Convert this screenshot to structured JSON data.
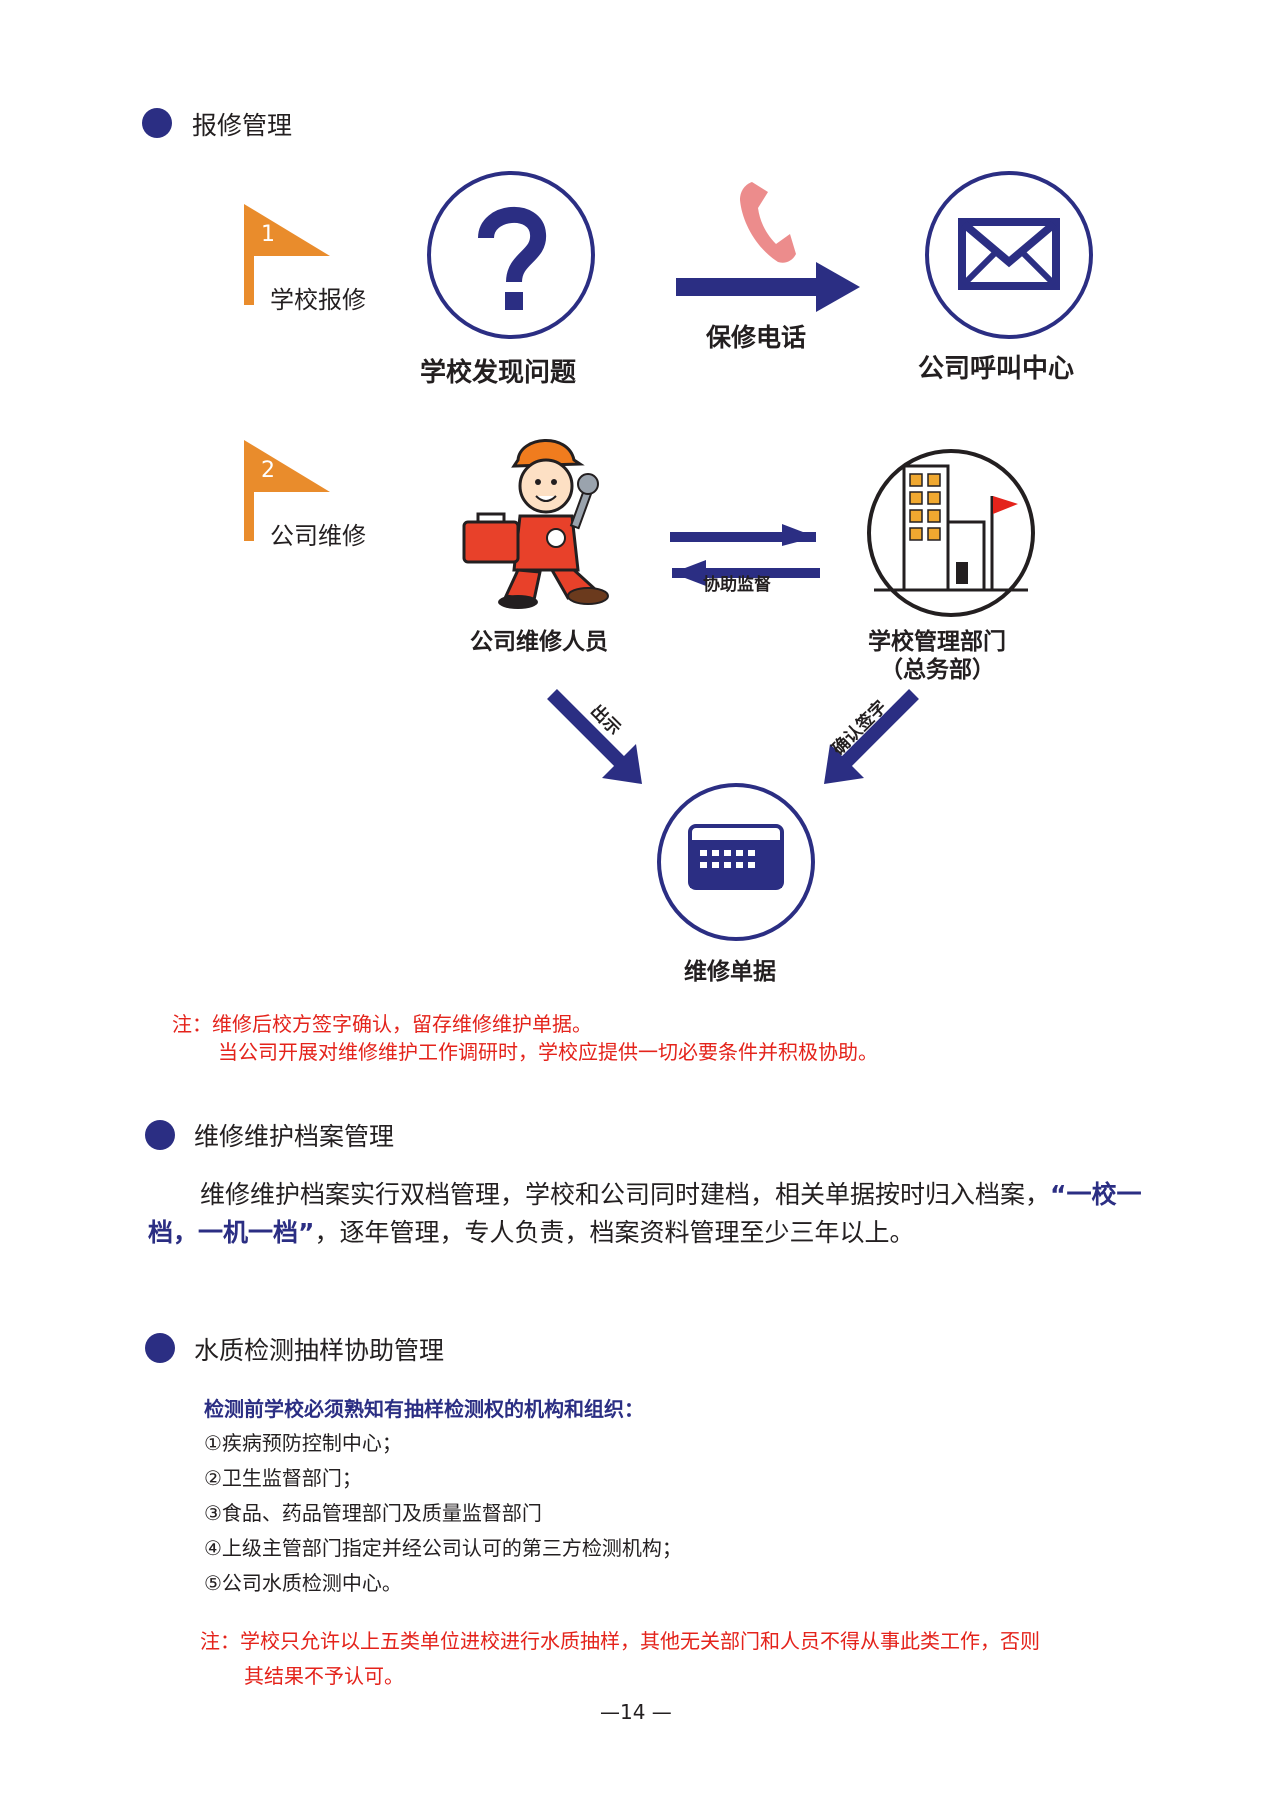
{
  "sections": {
    "repair": {
      "title": "报修管理"
    },
    "archive": {
      "title": "维修维护档案管理",
      "paragraph_pre": "维修维护档案实行双档管理，学校和公司同时建档，相关单据按时归入档案，",
      "paragraph_highlight": "“一校一档，一机一档”",
      "paragraph_post": "，逐年管理，专人负责，档案资料管理至少三年以上。"
    },
    "water": {
      "title": "水质检测抽样协助管理",
      "list_heading": "检测前学校必须熟知有抽样检测权的机构和组织：",
      "items": [
        "①疾病预防控制中心；",
        "②卫生监督部门；",
        "③食品、药品管理部门及质量监督部门",
        "④上级主管部门指定并经公司认可的第三方检测机构；",
        "⑤公司水质检测中心。"
      ],
      "note_line1": "注：学校只允许以上五类单位进校进行水质抽样，其他无关部门和人员不得从事此类工作，否则",
      "note_line2": "其结果不予认可。"
    }
  },
  "flow": {
    "step1": {
      "number": "1",
      "label": "学校报修"
    },
    "step2": {
      "number": "2",
      "label": "公司维修"
    },
    "nodes": {
      "school_problem": "学校发现问题",
      "call_center": "公司呼叫中心",
      "repair_staff": "公司维修人员",
      "school_dept_line1": "学校管理部门",
      "school_dept_line2": "（总务部）",
      "repair_receipt": "维修单据"
    },
    "arrows": {
      "phone": "保修电话",
      "assist": "协助监督",
      "show": "出示",
      "confirm": "确认签字"
    },
    "icons": [
      "question-icon",
      "phone-icon",
      "envelope-icon",
      "worker-icon",
      "building-icon",
      "receipt-icon"
    ]
  },
  "repair_note_line1": "注：维修后校方签字确认，留存维修维护单据。",
  "repair_note_line2": "当公司开展对维修维护工作调研时，学校应提供一切必要条件并积极协助。",
  "page_number": "—14 —",
  "colors": {
    "navy": "#2b2e83",
    "orange": "#e98c2c",
    "red": "#e4231b",
    "pink": "#ec8c8c"
  }
}
